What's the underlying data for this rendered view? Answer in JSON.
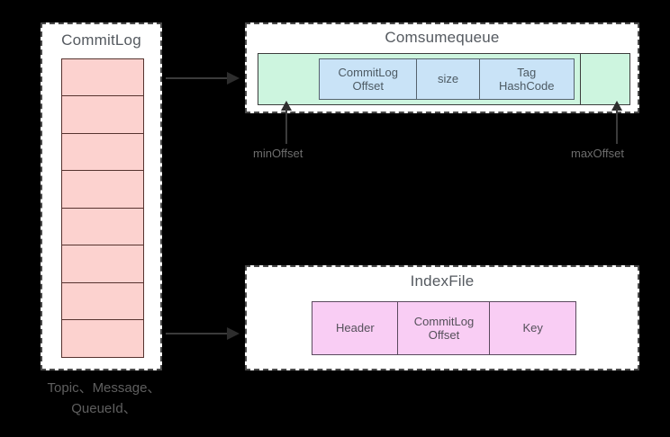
{
  "commitlog": {
    "title": "CommitLog",
    "cells": [
      "",
      "",
      "",
      "",
      "",
      "",
      "",
      ""
    ]
  },
  "consumequeue": {
    "title": "Comsumequeue",
    "green_left": "",
    "green_right": "",
    "entry_cells": [
      {
        "label": "CommitLog\nOffset",
        "line1": "CommitLog",
        "line2": "Offset"
      },
      {
        "label": "size",
        "line1": "size",
        "line2": ""
      },
      {
        "label": "Tag HashCode",
        "line1": "Tag",
        "line2": "HashCode"
      }
    ],
    "min_offset_label": "minOffset",
    "max_offset_label": "maxOffset"
  },
  "indexfile": {
    "title": "IndexFile",
    "cells": [
      {
        "line1": "Header",
        "line2": ""
      },
      {
        "line1": "CommitLog",
        "line2": "Offset"
      },
      {
        "line1": "Key",
        "line2": ""
      }
    ]
  },
  "caption": {
    "line1": "Topic、Message、",
    "line2": "QueueId、"
  },
  "colors": {
    "commitlog_cell": "#fcd2cf",
    "commitlog_cell_border": "#56332f",
    "consumequeue_green": "#cdf5df",
    "consumequeue_blue": "#c9e3f7",
    "indexfile_pink": "#f9cdf4",
    "panel_border": "#4a4a4a",
    "background": "#000000",
    "text": "#555a60",
    "offset_label": "#6d6d6d"
  }
}
